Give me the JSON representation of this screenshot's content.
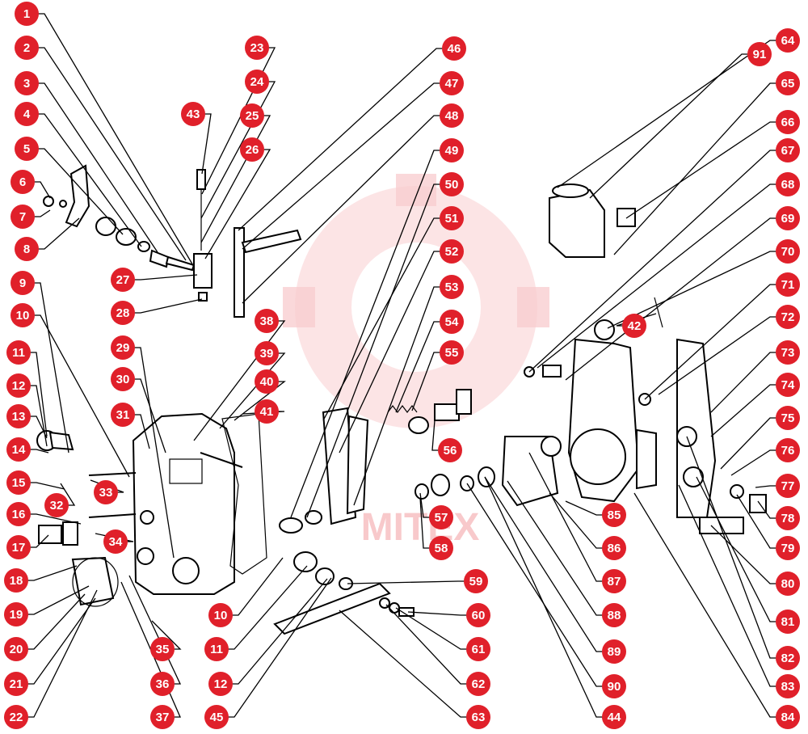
{
  "diagram": {
    "callout_color": "#e0202a",
    "watermark_color": "#f4a6aa",
    "watermark_text": "MITEX",
    "labels": [
      "1",
      "2",
      "3",
      "4",
      "5",
      "6",
      "7",
      "8",
      "9",
      "10",
      "11",
      "12",
      "13",
      "14",
      "15",
      "16",
      "17",
      "18",
      "19",
      "20",
      "21",
      "22",
      "23",
      "24",
      "25",
      "26",
      "27",
      "28",
      "29",
      "30",
      "31",
      "32",
      "33",
      "34",
      "35",
      "36",
      "37",
      "38",
      "39",
      "40",
      "41",
      "42",
      "43",
      "44",
      "45",
      "46",
      "47",
      "48",
      "49",
      "50",
      "51",
      "52",
      "53",
      "54",
      "55",
      "56",
      "57",
      "58",
      "59",
      "60",
      "61",
      "62",
      "63",
      "64",
      "65",
      "66",
      "67",
      "68",
      "69",
      "70",
      "71",
      "72",
      "73",
      "74",
      "75",
      "76",
      "77",
      "78",
      "79",
      "80",
      "81",
      "82",
      "83",
      "84",
      "85",
      "86",
      "87",
      "88",
      "89",
      "90",
      "91",
      "10",
      "11",
      "12"
    ]
  }
}
